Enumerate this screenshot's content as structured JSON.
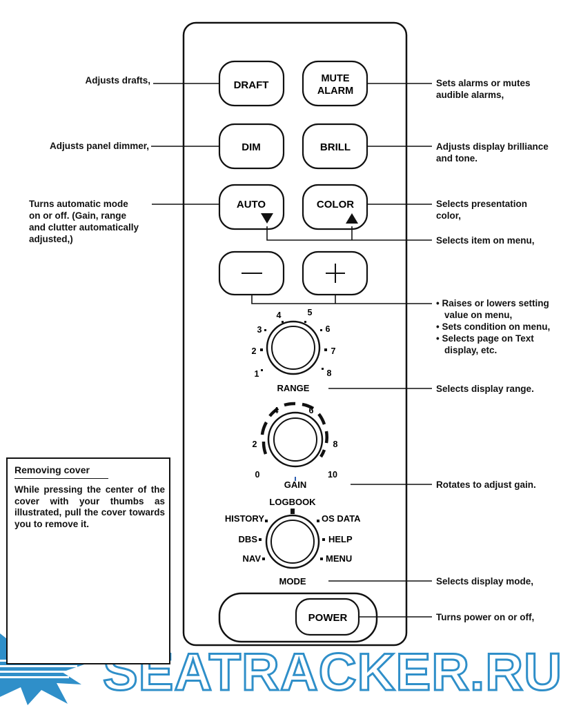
{
  "buttons": {
    "draft": "DRAFT",
    "mute_alarm_1": "MUTE",
    "mute_alarm_2": "ALARM",
    "dim": "DIM",
    "brill": "BRILL",
    "auto": "AUTO",
    "color": "COLOR",
    "minus": "—",
    "plus": "+",
    "power": "POWER"
  },
  "range_knob": {
    "label": "RANGE",
    "ticks": [
      "1",
      "2",
      "3",
      "4",
      "5",
      "6",
      "7",
      "8"
    ]
  },
  "gain_knob": {
    "label": "GAIN",
    "ticks": [
      "0",
      "2",
      "4",
      "6",
      "8",
      "10"
    ]
  },
  "mode_knob": {
    "label": "MODE",
    "options": [
      "LOGBOOK",
      "HISTORY",
      "DBS",
      "NAV",
      "OS DATA",
      "HELP",
      "MENU"
    ]
  },
  "callouts": {
    "draft": "Adjusts drafts,",
    "dim": "Adjusts panel dimmer,",
    "auto_1": "Turns automatic mode",
    "auto_2": "on or off. (Gain, range",
    "auto_3": "and clutter automatically",
    "auto_4": "adjusted,)",
    "mute_1": "Sets alarms or mutes",
    "mute_2": "audible alarms,",
    "brill_1": "Adjusts display brilliance",
    "brill_2": "and tone.",
    "color_1": "Selects presentation",
    "color_2": "color,",
    "menu_item": "Selects item on menu,",
    "plusminus_1": "• Raises or lowers setting",
    "plusminus_2": "value on menu,",
    "plusminus_3": "• Sets condition on menu,",
    "plusminus_4": "• Selects page on Text",
    "plusminus_5": "display, etc.",
    "range": "Selects display range.",
    "gain": "Rotates to adjust gain.",
    "mode": "Selects display mode,",
    "power": "Turns power on or off,"
  },
  "cover_box": {
    "title": "Removing cover",
    "text": "While pressing the center of the cover with your thumbs as illustrated, pull the cover towards you to remove it."
  },
  "watermark": "SEATRACKER.RU",
  "colors": {
    "line": "#111111",
    "watermark": "#2f8fc9"
  }
}
